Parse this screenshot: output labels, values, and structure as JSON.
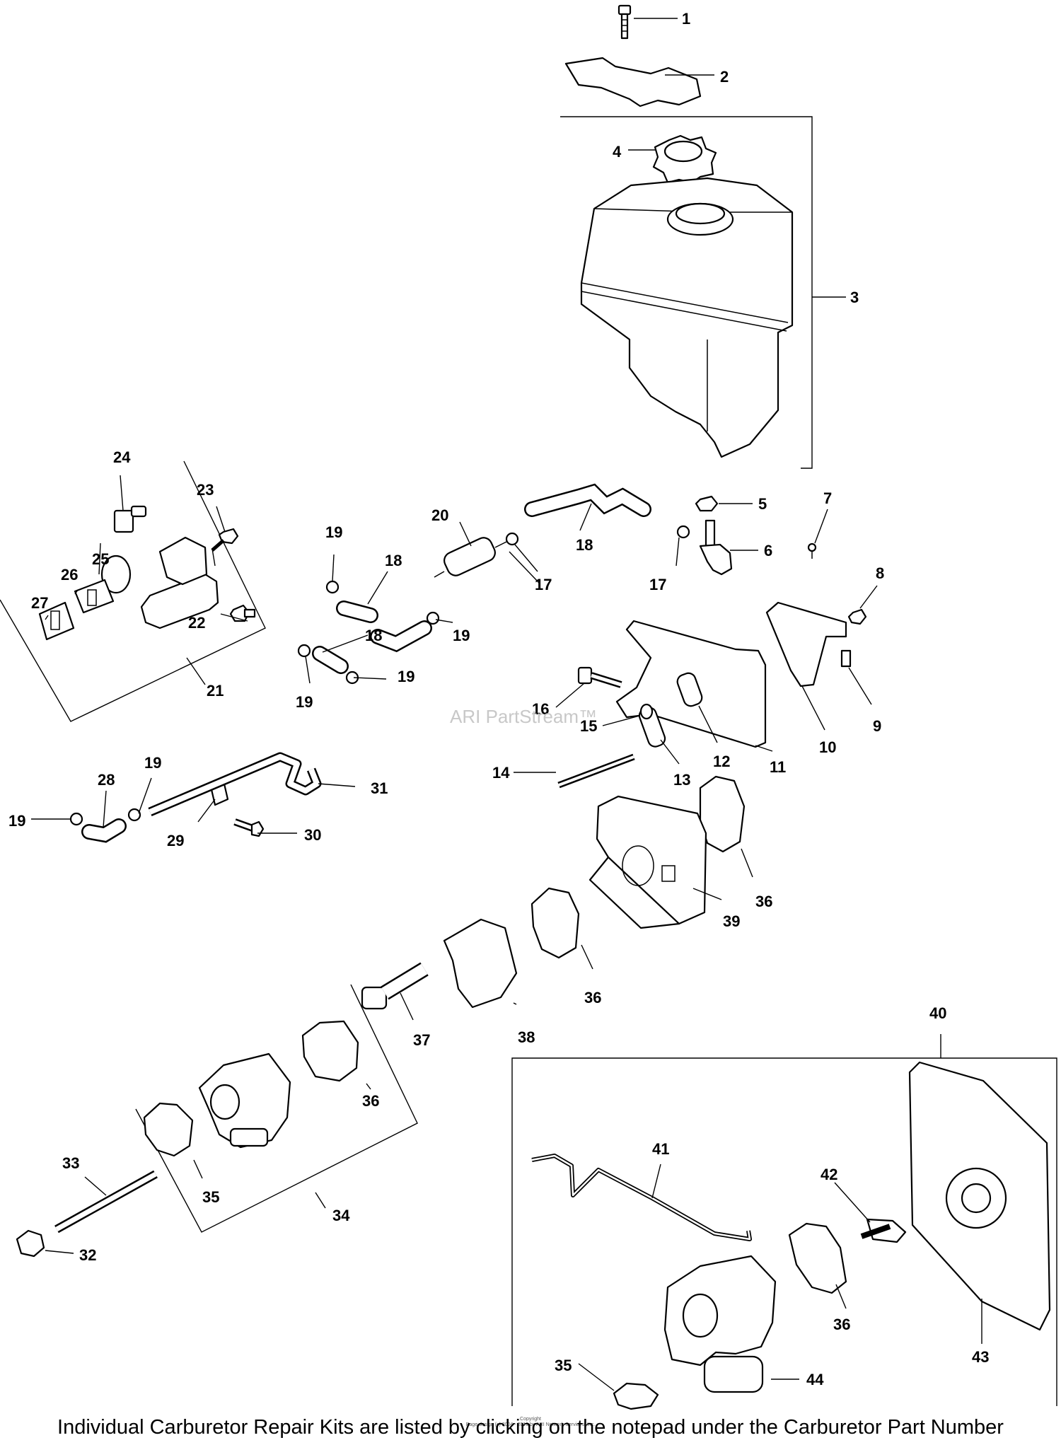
{
  "diagram": {
    "callouts": [
      "1",
      "2",
      "3",
      "4",
      "5",
      "6",
      "7",
      "8",
      "9",
      "10",
      "11",
      "12",
      "13",
      "14",
      "15",
      "16",
      "17",
      "18",
      "19",
      "20",
      "21",
      "22",
      "23",
      "24",
      "25",
      "26",
      "27",
      "28",
      "29",
      "30",
      "31",
      "32",
      "33",
      "34",
      "35",
      "36",
      "37",
      "38",
      "39",
      "40",
      "41",
      "42",
      "43",
      "44"
    ],
    "watermark": "ARI PartStream™",
    "copyright_line1": "Copyright",
    "copyright_line2": "Page design (c) 2004 - 2019 by ARI Network Services, Inc."
  },
  "footer": {
    "note": "Individual Carburetor Repair Kits are listed by clicking on the notepad under the Carburetor Part Number"
  }
}
